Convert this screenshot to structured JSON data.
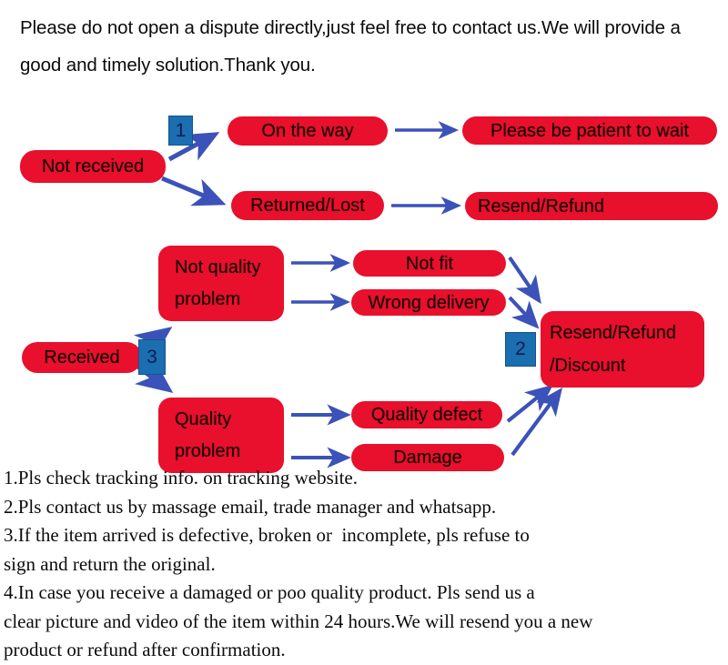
{
  "header": {
    "text": "Please do not open a dispute directly,just feel free to contact us.We will provide a good and timely solution.Thank you."
  },
  "colors": {
    "node_red": "#e8102c",
    "badge_blue": "#1b6eb0",
    "arrow_blue": "#3b52b8",
    "text_black": "#0c0c0c"
  },
  "flowchart": {
    "badges": [
      {
        "id": "badge-1",
        "label": "1"
      },
      {
        "id": "badge-2",
        "label": "2"
      },
      {
        "id": "badge-3",
        "label": "3"
      }
    ],
    "nodes": {
      "not_received": "Not received",
      "on_the_way": "On the way",
      "returned_lost": "Returned/Lost",
      "please_be_patient": "Please be patient to wait",
      "resend_refund": "Resend/Refund",
      "received": "Received",
      "not_quality_problem_l1": "Not quality",
      "not_quality_problem_l2": "problem",
      "quality_problem_l1": "Quality",
      "quality_problem_l2": "problem",
      "not_fit": "Not fit",
      "wrong_delivery": "Wrong delivery",
      "quality_defect": "Quality defect",
      "damage": "Damage",
      "resend_refund_discount_l1": "Resend/Refund",
      "resend_refund_discount_l2": "/Discount"
    }
  },
  "notes": {
    "lines": [
      "1.Pls check tracking info. on tracking website.",
      "2.Pls contact us by massage email, trade manager and whatsapp.",
      "3.If the item arrived is defective, broken or  incomplete, pls refuse to",
      "sign and return the original.",
      "4.In case you receive a damaged or poo quality product. Pls send us a",
      "clear picture and video of the item within 24 hours.We will resend you a new",
      "product or refund after confirmation."
    ]
  }
}
